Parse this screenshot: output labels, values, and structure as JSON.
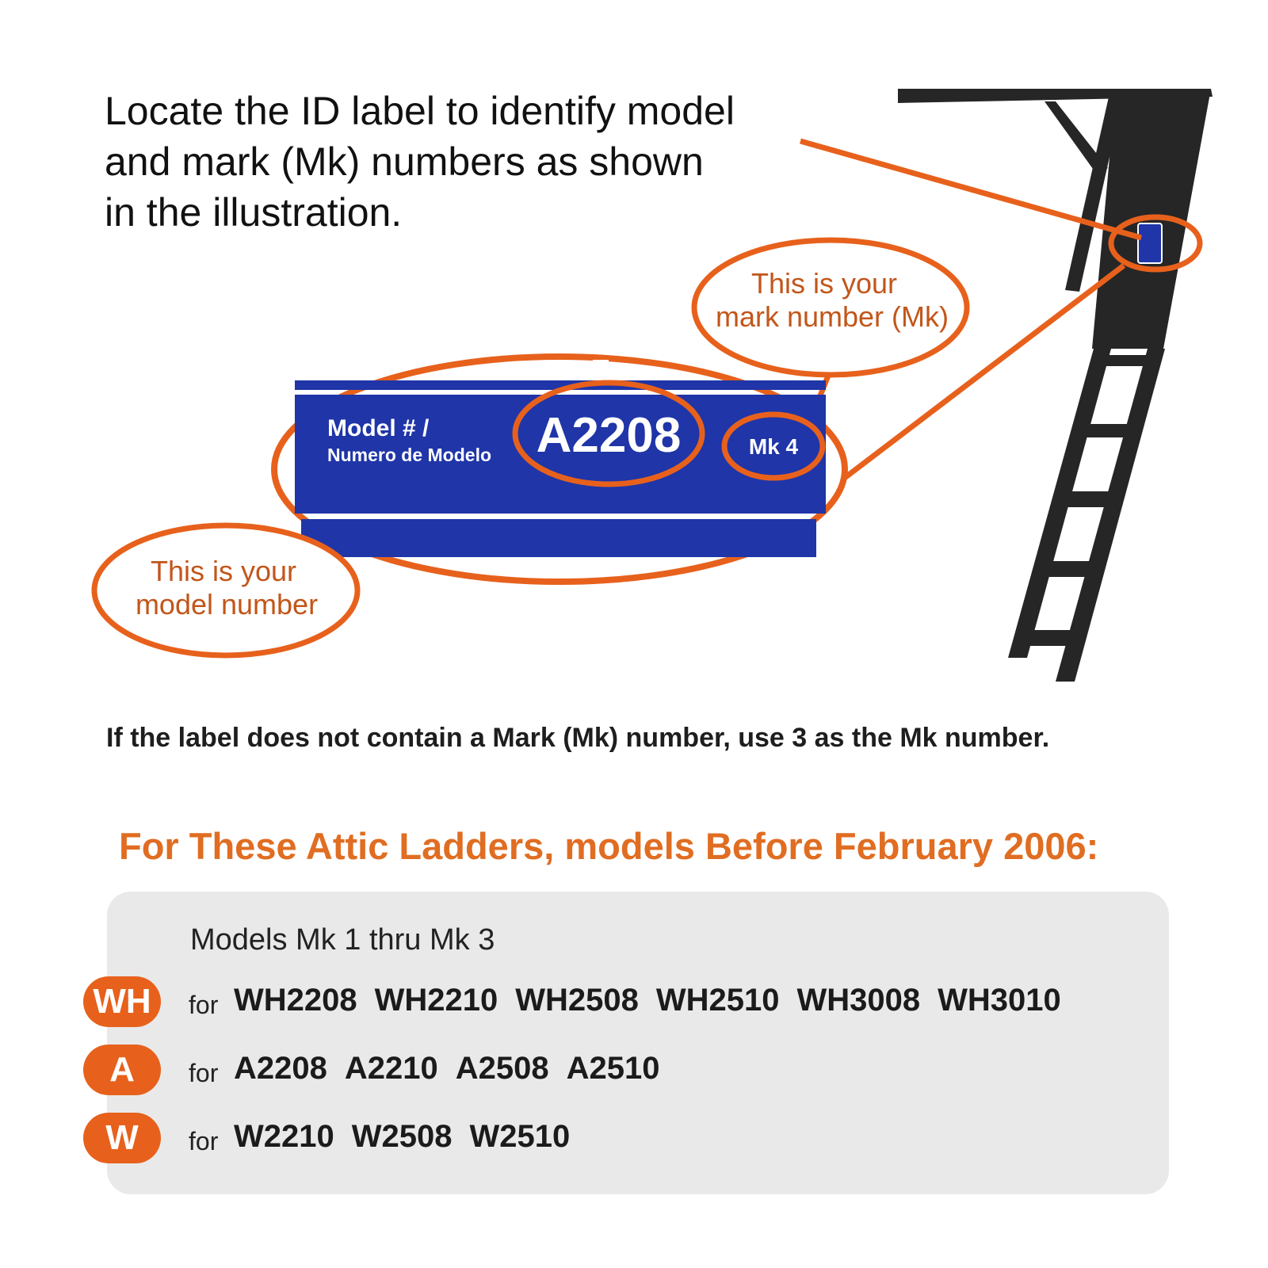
{
  "colors": {
    "accent": "#e7611c",
    "heading": "#e06d22",
    "label_blue": "#1f35a8",
    "ladder": "#262626",
    "panel": "#e9e9e9"
  },
  "intro": [
    "Locate the ID label to identify model",
    "and mark (Mk) numbers as shown",
    "in the illustration."
  ],
  "diagram": {
    "label": {
      "model_title": "Model # /",
      "model_subtitle": "Numero de Modelo",
      "model_value": "A2208",
      "mark_value": "Mk 4"
    },
    "callouts": {
      "mark_line1": "This is your",
      "mark_line2": "mark number (Mk)",
      "model_line1": "This is your",
      "model_line2": "model number"
    }
  },
  "note": "If the label does not contain a Mark (Mk) number, use 3 as the Mk number.",
  "heading": "For These Attic Ladders, models Before February 2006:",
  "panel": {
    "title": "Models Mk 1 thru Mk 3",
    "for_label": "for",
    "rows": [
      {
        "badge": "WH",
        "models": [
          "WH2208",
          "WH2210",
          "WH2508",
          "WH2510",
          "WH3008",
          "WH3010"
        ]
      },
      {
        "badge": "A",
        "models": [
          "A2208",
          "A2210",
          "A2508",
          "A2510"
        ]
      },
      {
        "badge": "W",
        "models": [
          "W2210",
          "W2508",
          "W2510"
        ]
      }
    ]
  }
}
